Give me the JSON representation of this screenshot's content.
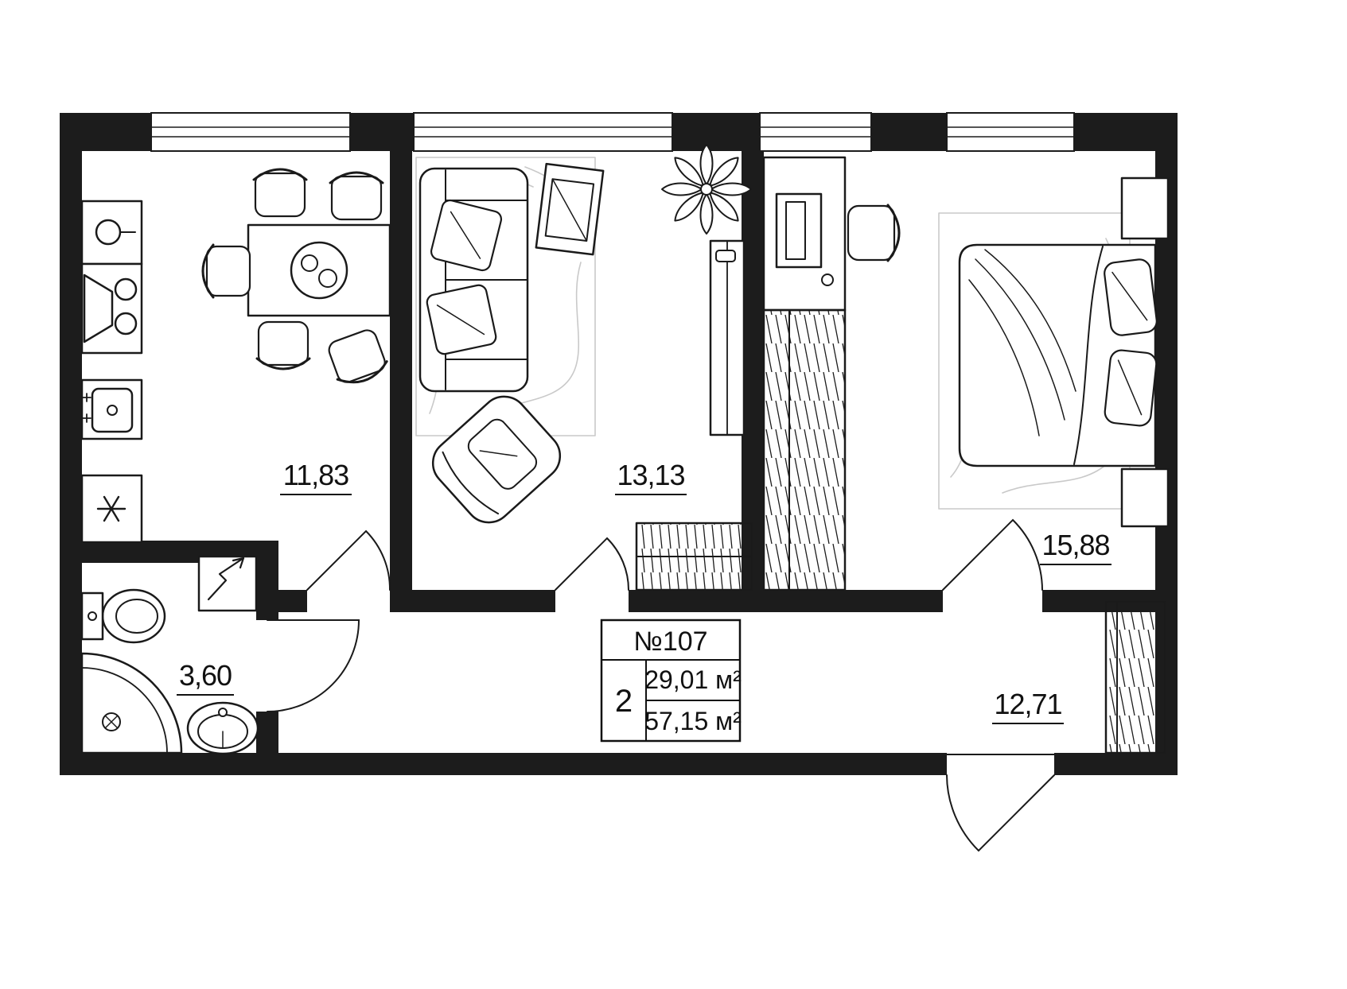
{
  "floorplan": {
    "unit_number": "№107",
    "rooms_count": "2",
    "living_area": "29,01 м²",
    "total_area": "57,15 м²",
    "rooms": {
      "kitchen": "11,83",
      "living_room": "13,13",
      "bedroom": "15,88",
      "bathroom": "3,60",
      "hallway": "12,71"
    },
    "colors": {
      "wall": "#1c1c1c",
      "line": "#1a1a1a",
      "background": "#ffffff",
      "rug_line": "#c9c9c9"
    }
  }
}
